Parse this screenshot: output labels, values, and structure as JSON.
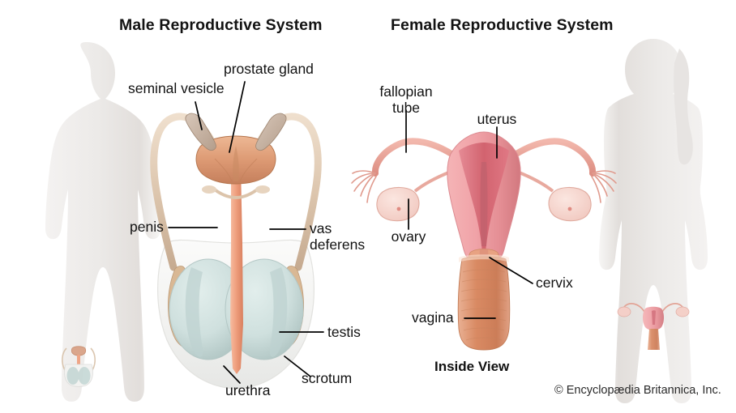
{
  "figure": {
    "male_title": "Male Reproductive System",
    "female_title": "Female Reproductive System",
    "inside_view_caption": "Inside View",
    "copyright": "© Encyclopædia Britannica, Inc."
  },
  "male_labels": {
    "seminal_vesicle": "seminal vesicle",
    "prostate_gland": "prostate gland",
    "penis": "penis",
    "vas_deferens_line1": "vas",
    "vas_deferens_line2": "deferens",
    "testis": "testis",
    "scrotum": "scrotum",
    "urethra": "urethra"
  },
  "female_labels": {
    "fallopian_tube_line1": "fallopian",
    "fallopian_tube_line2": "tube",
    "uterus": "uterus",
    "ovary": "ovary",
    "cervix": "cervix",
    "vagina": "vagina"
  },
  "colors": {
    "background": "#ffffff",
    "silhouette": "#e9e6e4",
    "text": "#121212",
    "leader_line": "#000000",
    "prostate": "#d99873",
    "seminal_vesicle": "#c4ab9b",
    "vas_deferens": "#e0cbb6",
    "testis": "#cfe0de",
    "epididymis": "#d9b894",
    "urethra": "#ef9f7e",
    "scrotum": "#f2f1ef",
    "uterus": "#f0a3a8",
    "uterus_cavity": "#e07884",
    "fallopian_tube": "#eba398",
    "ovary": "#f6d4cd",
    "vagina": "#d98a63",
    "cervix": "#e8a282"
  },
  "figure_parts": {
    "male_silhouette": "male body silhouette",
    "female_silhouette": "female body silhouette",
    "male_inset": "miniature male reproductive organs in pelvis",
    "female_inset": "miniature female reproductive organs in pelvis"
  }
}
